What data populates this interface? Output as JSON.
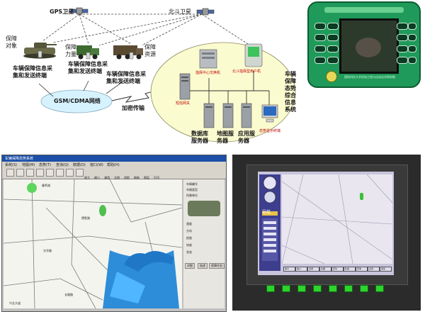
{
  "diagram": {
    "gps_label": "GPS卫星",
    "beidou_label": "北斗卫星",
    "objects": {
      "protect_object": "保障\n对象",
      "protect_force": "保障\n力量",
      "protect_resource": "保障\n资源"
    },
    "terminals": {
      "t1": "车辆保障信息采\n集和发送终端",
      "t2": "车辆保障信息采\n集和发送终端",
      "t3": "车辆保障信息采\n集和发送终端"
    },
    "gsm_network": "GSM/CDMA网络",
    "encrypted": "加密传输",
    "system_title": "车辆\n保障\n态势\n综合\n信息\n系统",
    "nodes": {
      "switch": "指挥中心交换机",
      "beidou_user": "北斗指挥型用户机",
      "gateway": "短信网关",
      "db_server": "数据库\n服务器",
      "gis_server": "地图服\n务器",
      "app_server": "应用服\n务器",
      "display": "态势显示终端"
    },
    "device_footer": "国防科技大学机电工程与自动化学院研制"
  },
  "mapwin": {
    "title": "车辆保障态势系统",
    "menu": [
      "系统(S)",
      "地图(M)",
      "态势(T)",
      "查询(Q)",
      "数据(D)",
      "窗口(W)",
      "帮助(H)"
    ],
    "tools": [
      "放大",
      "缩小",
      "漫游",
      "全图",
      "测距",
      "刷新",
      "图层",
      "打印"
    ],
    "side": [
      "车辆编号",
      "车辆类型",
      "所属单位",
      "速度",
      "方向",
      "经度",
      "纬度",
      "状态",
      "详细",
      "轨迹",
      "保障任务"
    ],
    "map_labels": [
      "雁鸣湖",
      "德胜路",
      "光华路",
      "长塘路",
      "兴业大道"
    ]
  },
  "console": {
    "mode": "导航",
    "buttons": [
      "放大",
      "缩小",
      "漫游",
      "全图",
      "定位",
      "轨迹",
      "查询",
      "设置",
      "退出"
    ]
  },
  "colors": {
    "cloud": "#fbfbd0",
    "gsm": "#d6f2ff",
    "device": "#1f9a5a",
    "panel": "#3d3e8e"
  }
}
